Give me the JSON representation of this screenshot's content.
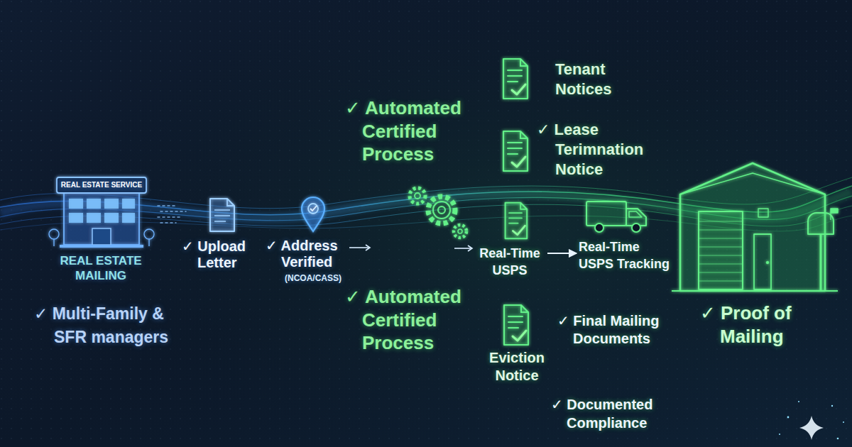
{
  "diagram": {
    "nodes": [
      {
        "text": [
          "Real-Time USPS"
        ]
      },
      {
        "text": [
          "Real-Time USPS Tracking"
        ]
      }
    ],
    "edges": [
      {
        "from": 0,
        "to": 1,
        "arrow": "to"
      }
    ],
    "labels": [
      "REAL ESTATE SERVICE",
      "REAL ESTATE MAILING",
      "✓ Multi-Family & SFR managers",
      "✓ Upload Letter",
      "✓ Address Verified",
      "(NCOA/CASS)",
      "✓ Automated Certified Process",
      "Tenant Notices",
      "✓ Lease Terimnation Notice",
      "✓ Automated Certified Process",
      "Eviction Notice",
      "✓ Final Mailing Documents",
      "✓ Documented Compliance",
      "✓ Proof of Mailing"
    ]
  }
}
